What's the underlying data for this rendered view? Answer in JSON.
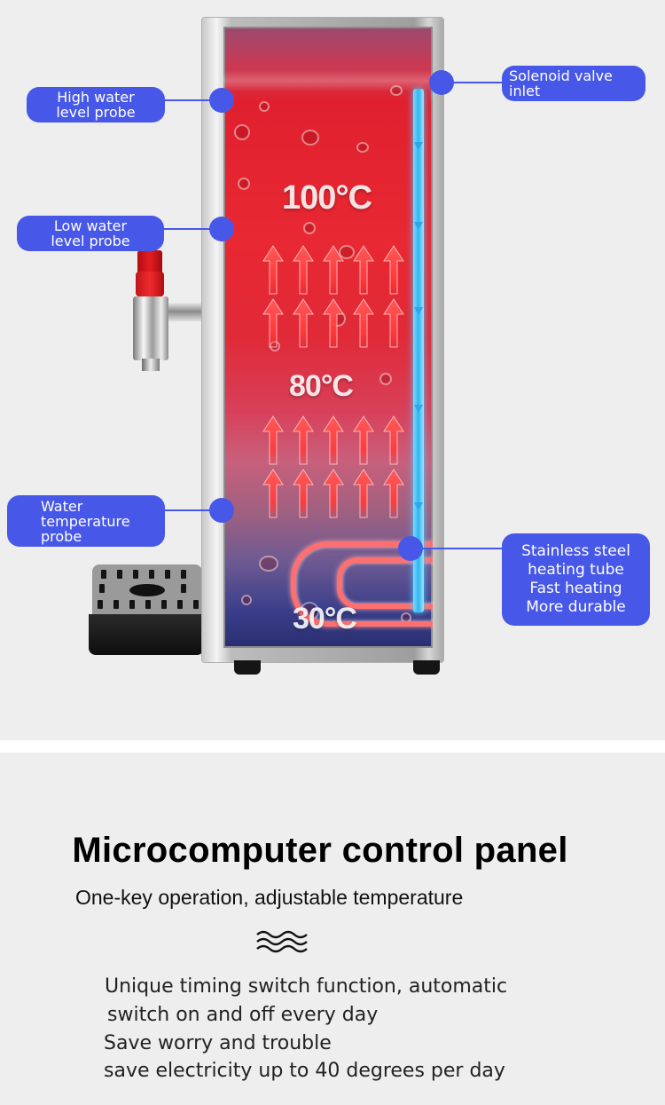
{
  "diagram": {
    "temperatures": {
      "top": "100°C",
      "middle": "80°C",
      "bottom": "30°C"
    },
    "callouts": [
      {
        "id": "high-water-level-probe",
        "lines": [
          "High water",
          "level probe"
        ]
      },
      {
        "id": "low-water-level-probe",
        "lines": [
          "Low water",
          "level probe"
        ]
      },
      {
        "id": "water-temperature-probe",
        "lines": [
          "Water",
          "temperature",
          "probe"
        ]
      },
      {
        "id": "solenoid-valve-inlet",
        "lines": [
          "Solenoid valve",
          " inlet"
        ]
      },
      {
        "id": "heating-tube",
        "lines": [
          "Stainless steel",
          "heating tube",
          "Fast heating",
          "More durable"
        ]
      }
    ],
    "colors": {
      "callout_bg": "#4758e8",
      "hot_water": "#e0202e",
      "cold_water": "#2a2e70",
      "inlet_pipe": "#2fb6f0"
    }
  },
  "panel": {
    "title": "Microcomputer control panel",
    "subtitle": "One-key operation, adjustable temperature",
    "divider_icon": "wave-icon",
    "features": [
      "Unique timing switch function, automatic",
      "switch on and off every day",
      "Save worry and trouble",
      "save electricity up to 40 degrees per day"
    ]
  }
}
